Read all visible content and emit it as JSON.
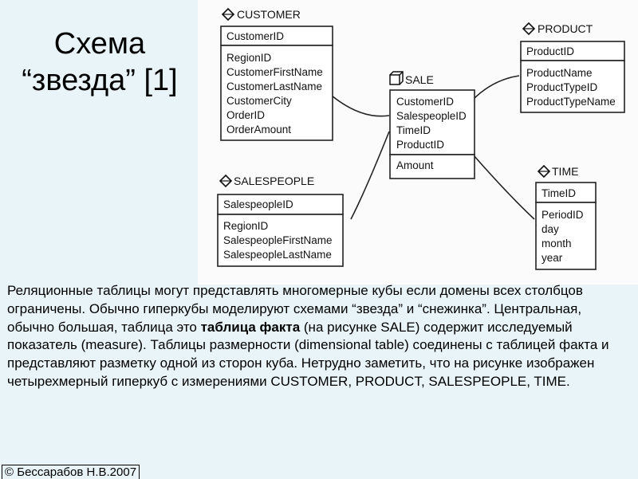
{
  "title": {
    "line1": "Схема",
    "line2": "“звезда” [1]"
  },
  "diagram": {
    "tables": {
      "customer": {
        "name": "CUSTOMER",
        "key": "CustomerID",
        "fields": [
          "RegionID",
          "CustomerFirstName",
          "CustomerLastName",
          "CustomerCity",
          "OrderID",
          "OrderAmount"
        ]
      },
      "product": {
        "name": "PRODUCT",
        "key": "ProductID",
        "fields": [
          "ProductName",
          "ProductTypeID",
          "ProductTypeName"
        ]
      },
      "sale": {
        "name": "SALE",
        "keys": [
          "CustomerID",
          "SalespeopleID",
          "TimeID",
          "ProductID"
        ],
        "fields": [
          "Amount"
        ]
      },
      "salespeople": {
        "name": "SALESPEOPLE",
        "key": "SalespeopleID",
        "fields": [
          "RegionID",
          "SalespeopleFirstName",
          "SalespeopleLastName"
        ]
      },
      "time": {
        "name": "TIME",
        "key": "TimeID",
        "fields": [
          "PeriodID",
          "day",
          "month",
          "year"
        ]
      }
    }
  },
  "body": {
    "part1": "Реляционные таблицы могут представлять многомерные кубы если домены всех столбцов ограничены. Обычно гиперкубы моделируют схемами “звезда” и “снежинка”. Центральная, обычно большая, таблица это ",
    "bold": "таблица  факта",
    "part2": " (на рисунке SALE) содержит исследуемый показатель (measure). Таблицы размерности (dimensional table) соединены с таблицей факта и представляют разметку одной из сторон куба. Нетрудно заметить, что на рисунке изображен четырехмерный гиперкуб с измерениями CUSTOMER, PRODUCT, SALESPEOPLE, TIME."
  },
  "footer": {
    "copyright": "© Бессарабов Н.В.2007"
  },
  "icons": {
    "dimension": "diamond-table-icon",
    "fact": "cube-table-icon"
  }
}
